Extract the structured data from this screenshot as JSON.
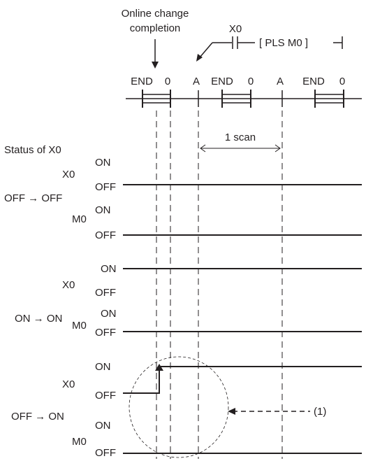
{
  "header": {
    "change_label_line1": "Online change",
    "change_label_line2": "completion",
    "contact_label": "X0",
    "instruction": "[ PLS  M0 ]"
  },
  "scan_markers": {
    "end": "END",
    "zero": "0",
    "a": "A"
  },
  "scan_span_label": "1 scan",
  "status_title": "Status of X0",
  "signal_levels": {
    "on": "ON",
    "off": "OFF"
  },
  "cases": [
    {
      "transition": "OFF → OFF",
      "input": "X0",
      "output": "M0"
    },
    {
      "transition": "ON → ON",
      "input": "X0",
      "output": "M0"
    },
    {
      "transition": "OFF → ON",
      "input": "X0",
      "output": "M0"
    }
  ],
  "callout_label": "(1)"
}
